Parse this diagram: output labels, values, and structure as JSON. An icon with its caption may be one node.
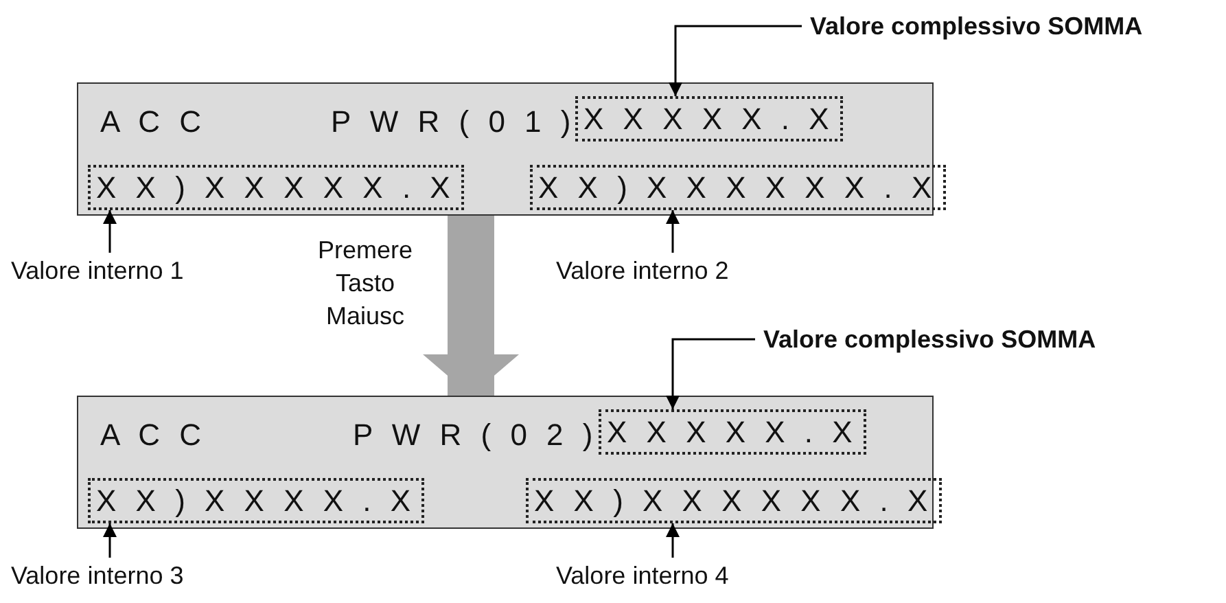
{
  "diagram": {
    "nodes": [
      {
        "text": [
          "Valore complessivo SOMMA"
        ]
      },
      {
        "text": [
          "A C C",
          "P W R ( 0 1 )"
        ]
      },
      {
        "text": [
          "X X X X X . X"
        ],
        "in": 1
      },
      {
        "text": [
          "X X ) X X X X X . X"
        ],
        "in": 1
      },
      {
        "text": [
          "X X ) X X X X X X . X"
        ],
        "in": 1
      },
      {
        "text": [
          "Valore interno 1"
        ]
      },
      {
        "text": [
          "Valore interno 2"
        ]
      },
      {
        "text": [
          "Valore complessivo SOMMA"
        ]
      },
      {
        "text": [
          "A C C",
          "P W R ( 0 2 )"
        ]
      },
      {
        "text": [
          "X X X X X . X"
        ],
        "in": 8
      },
      {
        "text": [
          "X X ) X X X X . X"
        ],
        "in": 8
      },
      {
        "text": [
          "X X ) X X X X X X . X"
        ],
        "in": 8
      },
      {
        "text": [
          "Valore interno 3"
        ]
      },
      {
        "text": [
          "Valore interno 4"
        ]
      }
    ],
    "edges": [
      {
        "from": 0,
        "to": 2,
        "arrow": "to"
      },
      {
        "from": 5,
        "to": 3,
        "arrow": "to"
      },
      {
        "from": 6,
        "to": 4,
        "arrow": "to"
      },
      {
        "from": 1,
        "to": 8,
        "arrow": "to",
        "label": "Premere Tasto Maiusc",
        "style": "thick",
        "color": "#a6a6a6"
      },
      {
        "from": 7,
        "to": 9,
        "arrow": "to"
      },
      {
        "from": 12,
        "to": 10,
        "arrow": "to"
      },
      {
        "from": 13,
        "to": 11,
        "arrow": "to"
      }
    ]
  }
}
